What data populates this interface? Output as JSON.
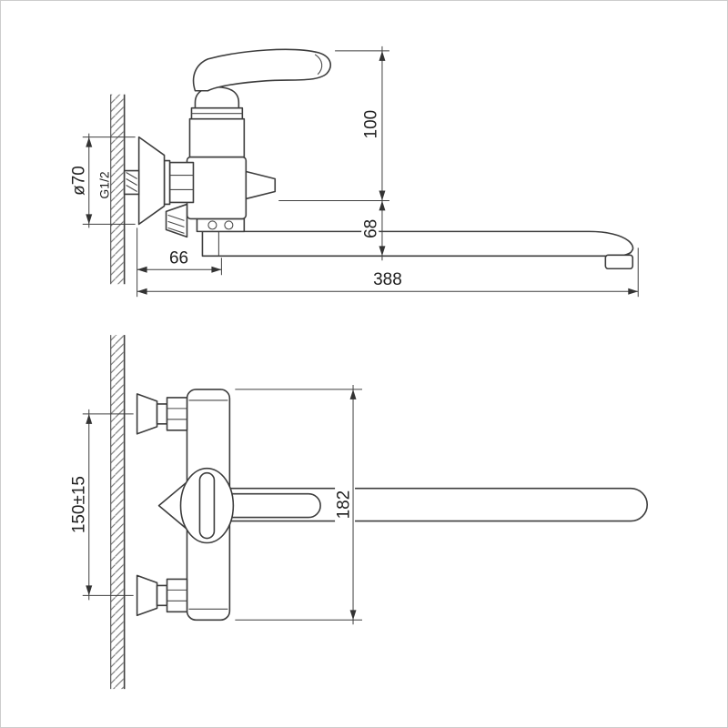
{
  "page": {
    "background": "#ffffff",
    "frame_border": "#cccccc"
  },
  "drawing": {
    "line_color": "#3d3d3d",
    "text_color": "#1f1f1f",
    "dimensions": {
      "handle_height": "100",
      "spout_drop": "68",
      "escutcheon_diameter": "ø70",
      "thread_size": "G1/2",
      "wall_to_spout_axis": "66",
      "spout_reach": "388",
      "mounting_centers": "150±15",
      "overall_height": "182"
    }
  }
}
